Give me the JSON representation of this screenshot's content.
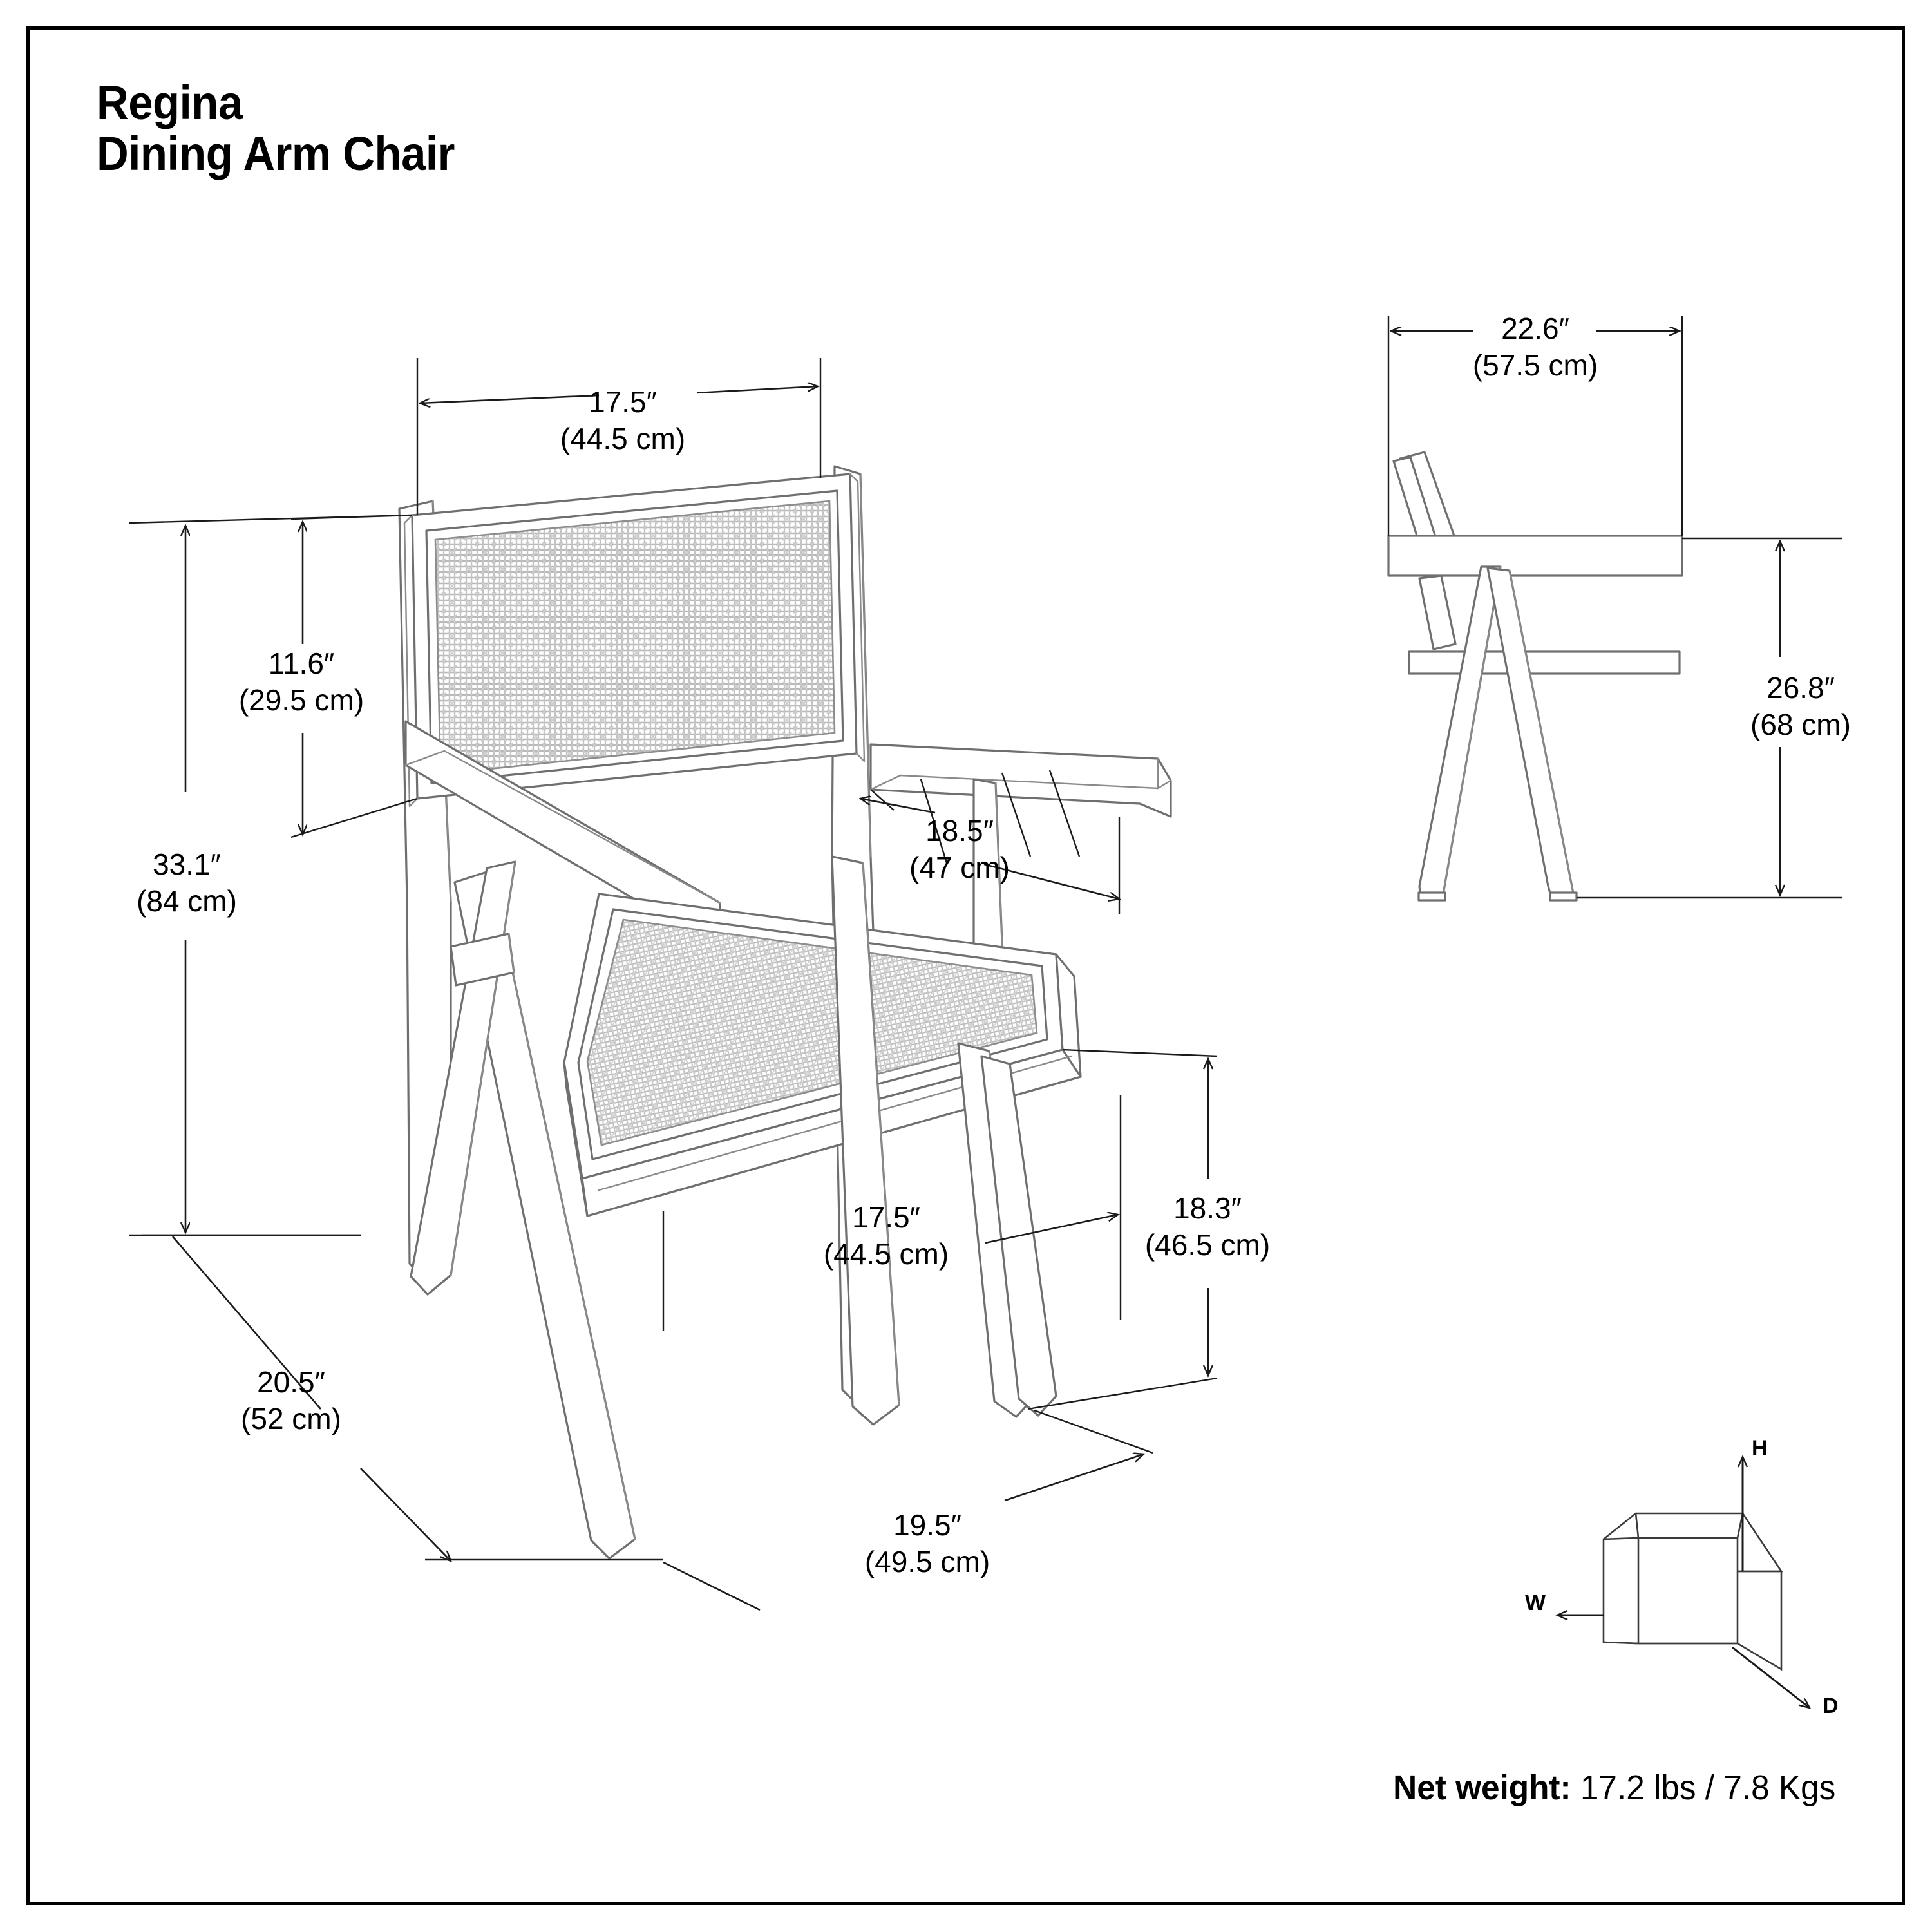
{
  "sheet": {
    "title_line1": "Regina",
    "title_line2": "Dining Arm Chair",
    "border_color": "#000000",
    "line_color": "#6f6f6f",
    "dim_color": "#1a1a1a"
  },
  "net_weight": {
    "label": "Net weight:",
    "value": "17.2 lbs / 7.8 Kgs"
  },
  "axis_legend": {
    "height": "H",
    "width": "W",
    "depth": "D"
  },
  "dimensions": {
    "back_width": {
      "imperial": "17.5″",
      "metric": "(44.5 cm)"
    },
    "back_height": {
      "imperial": "11.6″",
      "metric": "(29.5 cm)"
    },
    "overall_height": {
      "imperial": "33.1″",
      "metric": "(84 cm)"
    },
    "arm_width": {
      "imperial": "18.5″",
      "metric": "(47 cm)"
    },
    "seat_depth": {
      "imperial": "17.5″",
      "metric": "(44.5 cm)"
    },
    "seat_height": {
      "imperial": "18.3″",
      "metric": "(46.5 cm)"
    },
    "overall_depth": {
      "imperial": "20.5″",
      "metric": "(52 cm)"
    },
    "base_depth": {
      "imperial": "19.5″",
      "metric": "(49.5 cm)"
    },
    "side_depth": {
      "imperial": "22.6″",
      "metric": "(57.5 cm)"
    },
    "back_top_height": {
      "imperial": "26.8″",
      "metric": "(68 cm)"
    }
  },
  "views": {
    "perspective": "three-quarter perspective view of dining arm chair with caned back and seat",
    "side": "side elevation of dining arm chair showing compass legs"
  }
}
